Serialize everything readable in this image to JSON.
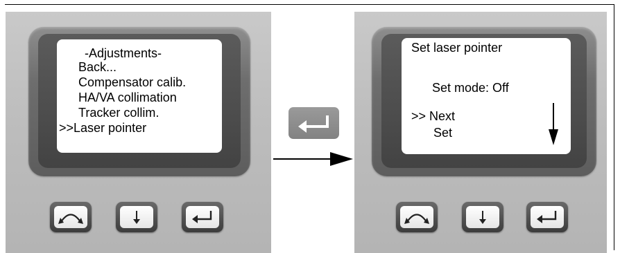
{
  "left_display": {
    "lines": [
      "-Adjustments-",
      "Back...",
      "Compensator calib.",
      "HA/VA collimation",
      "Tracker collim.",
      ">>Laser pointer"
    ]
  },
  "right_display": {
    "title": "Set laser pointer",
    "mode_line": "Set mode: Off",
    "next_line": ">> Next",
    "set_line": "Set"
  },
  "buttons": [
    {
      "icon": "curved-double-arrow-icon"
    },
    {
      "icon": "down-arrow-icon"
    },
    {
      "icon": "enter-key-icon"
    }
  ],
  "colors": {
    "panel": "#bfbfbf",
    "bezel": "#6a6a6a",
    "screen": "#ffffff",
    "badge": "#8c8c8c"
  }
}
